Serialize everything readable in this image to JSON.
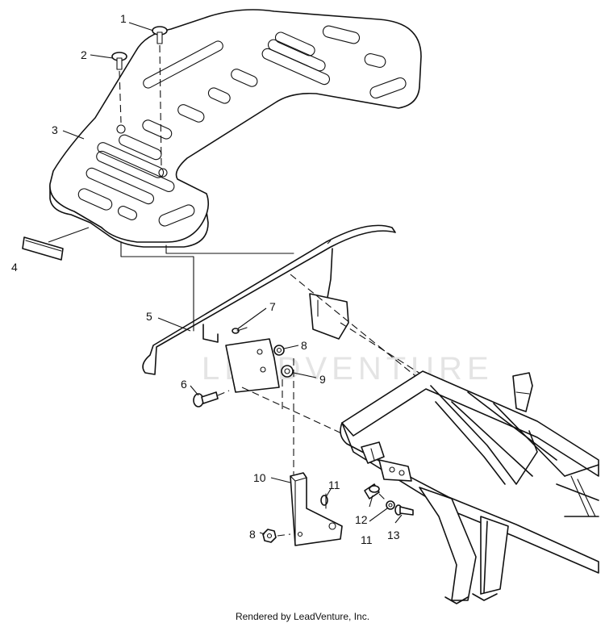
{
  "watermark": "LEADVENTURE",
  "footer": "Rendered by LeadVenture, Inc.",
  "callouts": {
    "c1": "1",
    "c2": "2",
    "c3": "3",
    "c4": "4",
    "c5": "5",
    "c6": "6",
    "c7": "7",
    "c8a": "8",
    "c8b": "8",
    "c9": "9",
    "c10": "10",
    "c11a": "11",
    "c11b": "11",
    "c12": "12",
    "c13": "13"
  }
}
